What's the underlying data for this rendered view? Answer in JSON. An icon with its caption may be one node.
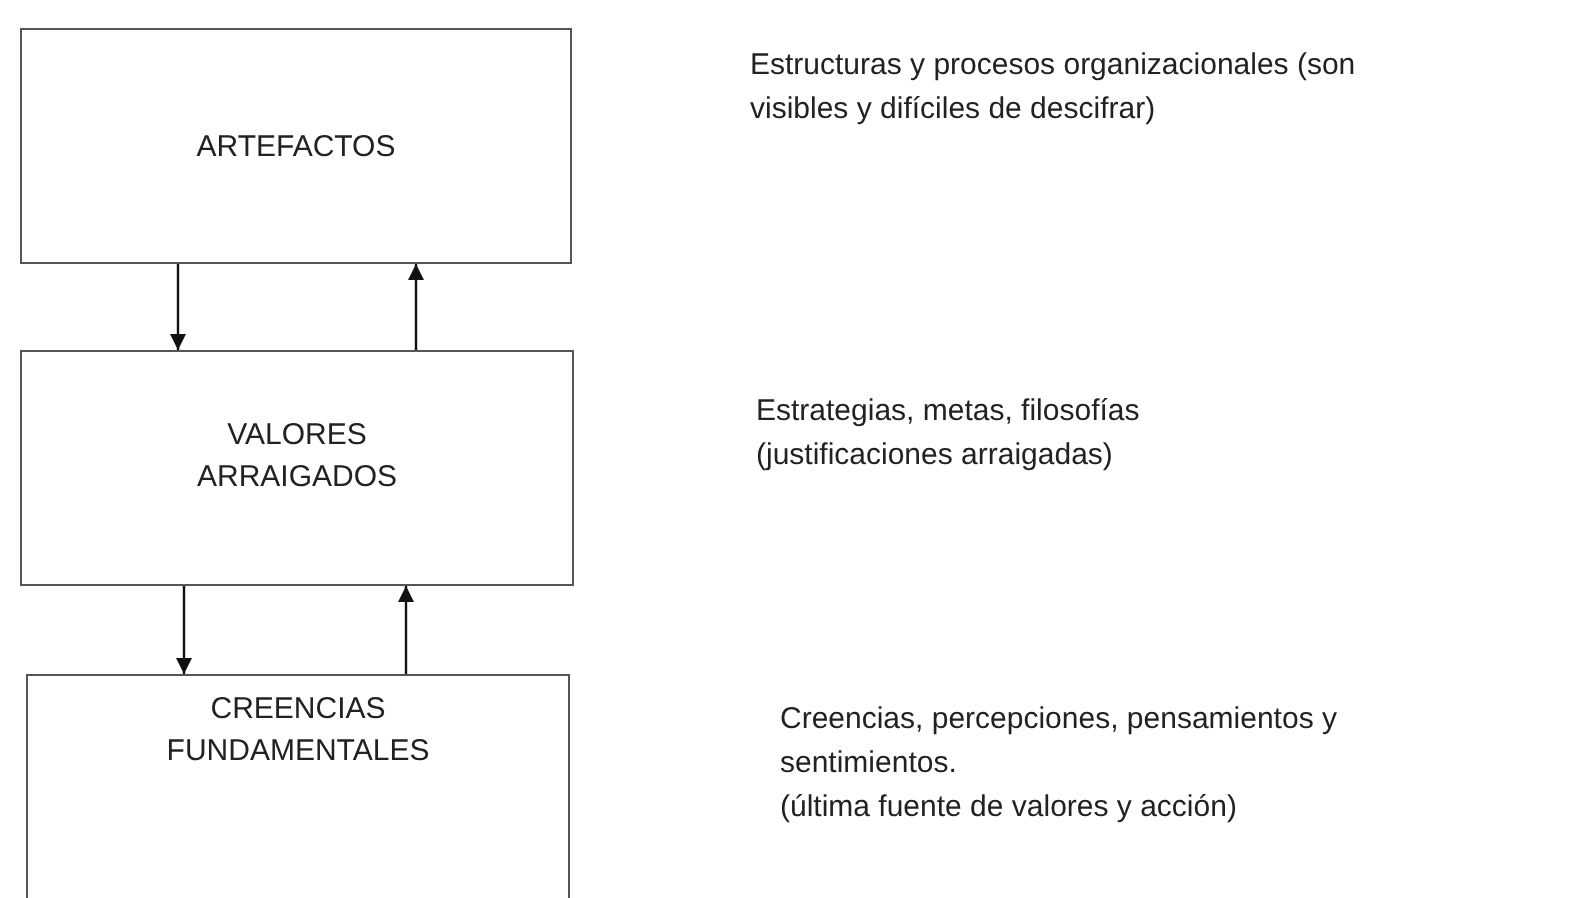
{
  "diagram": {
    "nodes": [
      {
        "text": [
          "ARTEFACTOS"
        ]
      },
      {
        "text": [
          "VALORES ARRAIGADOS"
        ]
      },
      {
        "text": [
          "CREENCIAS FUNDAMENTALES"
        ]
      }
    ],
    "edges": [
      {
        "from": 0,
        "to": 1,
        "arrow": "to"
      },
      {
        "from": 1,
        "to": 0,
        "arrow": "to"
      },
      {
        "from": 1,
        "to": 2,
        "arrow": "to"
      },
      {
        "from": 2,
        "to": 1,
        "arrow": "to"
      }
    ],
    "labels": [
      "Estructuras y procesos organizacionales (son visibles y difíciles de descifrar)",
      "Estrategias, metas, filosofías (justificaciones arraigadas)",
      "Creencias, percepciones, pensamientos y sentimientos.",
      "(última fuente de valores y acción)"
    ]
  }
}
